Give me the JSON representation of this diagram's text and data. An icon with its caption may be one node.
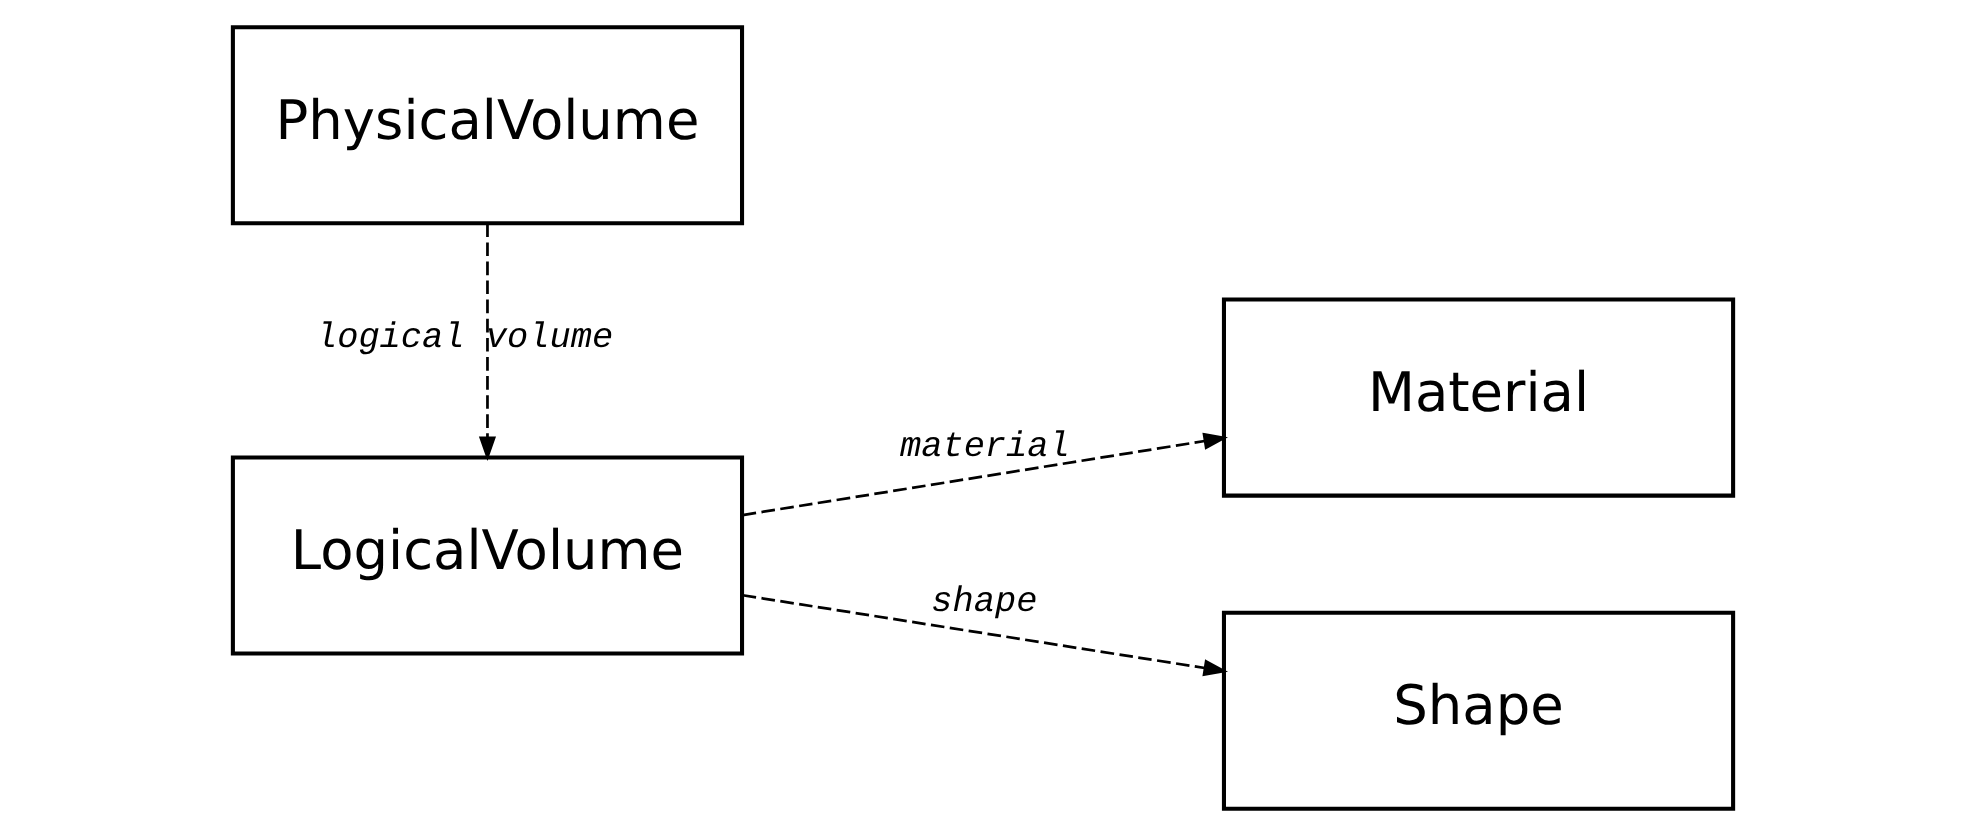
{
  "diagram": {
    "nodes": [
      {
        "text": [
          "PhysicalVolume"
        ]
      },
      {
        "text": [
          "LogicalVolume"
        ]
      },
      {
        "text": [
          "Material"
        ]
      },
      {
        "text": [
          "Shape"
        ]
      }
    ],
    "edges": [
      {
        "from": 0,
        "to": 1,
        "arrow": "to",
        "label": "logical volume",
        "style": "dashed"
      },
      {
        "from": 1,
        "to": 2,
        "arrow": "to",
        "label": "material",
        "style": "dashed"
      },
      {
        "from": 1,
        "to": 3,
        "arrow": "to",
        "label": "shape",
        "style": "dashed"
      }
    ]
  }
}
